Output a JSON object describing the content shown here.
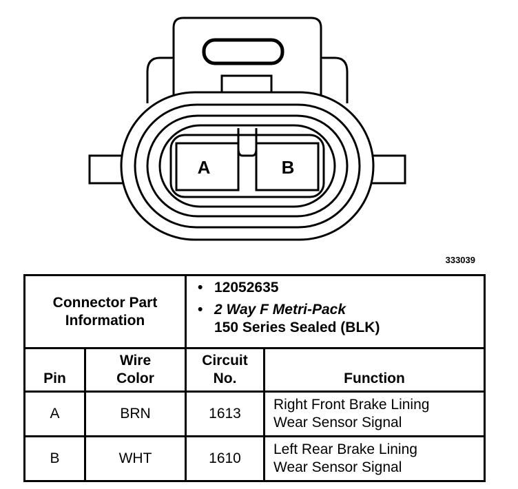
{
  "connector": {
    "pin_labels": [
      "A",
      "B"
    ]
  },
  "figure_id": "333039",
  "table": {
    "connector_header": [
      "Connector Part",
      "Information"
    ],
    "part_info": {
      "part_number": "12052635",
      "description_line1": "2 Way F Metri-Pack",
      "description_line2": "150 Series Sealed (BLK)"
    },
    "columns": {
      "pin": [
        "Pin"
      ],
      "wire_color": [
        "Wire",
        "Color"
      ],
      "circuit_no": [
        "Circuit",
        "No."
      ],
      "function": [
        "Function"
      ]
    },
    "rows": [
      {
        "pin": "A",
        "wire_color": "BRN",
        "circuit": "1613",
        "function": [
          "Right Front Brake Lining",
          "Wear Sensor Signal"
        ]
      },
      {
        "pin": "B",
        "wire_color": "WHT",
        "circuit": "1610",
        "function": [
          "Left Rear Brake Lining",
          "Wear Sensor Signal"
        ]
      }
    ]
  }
}
